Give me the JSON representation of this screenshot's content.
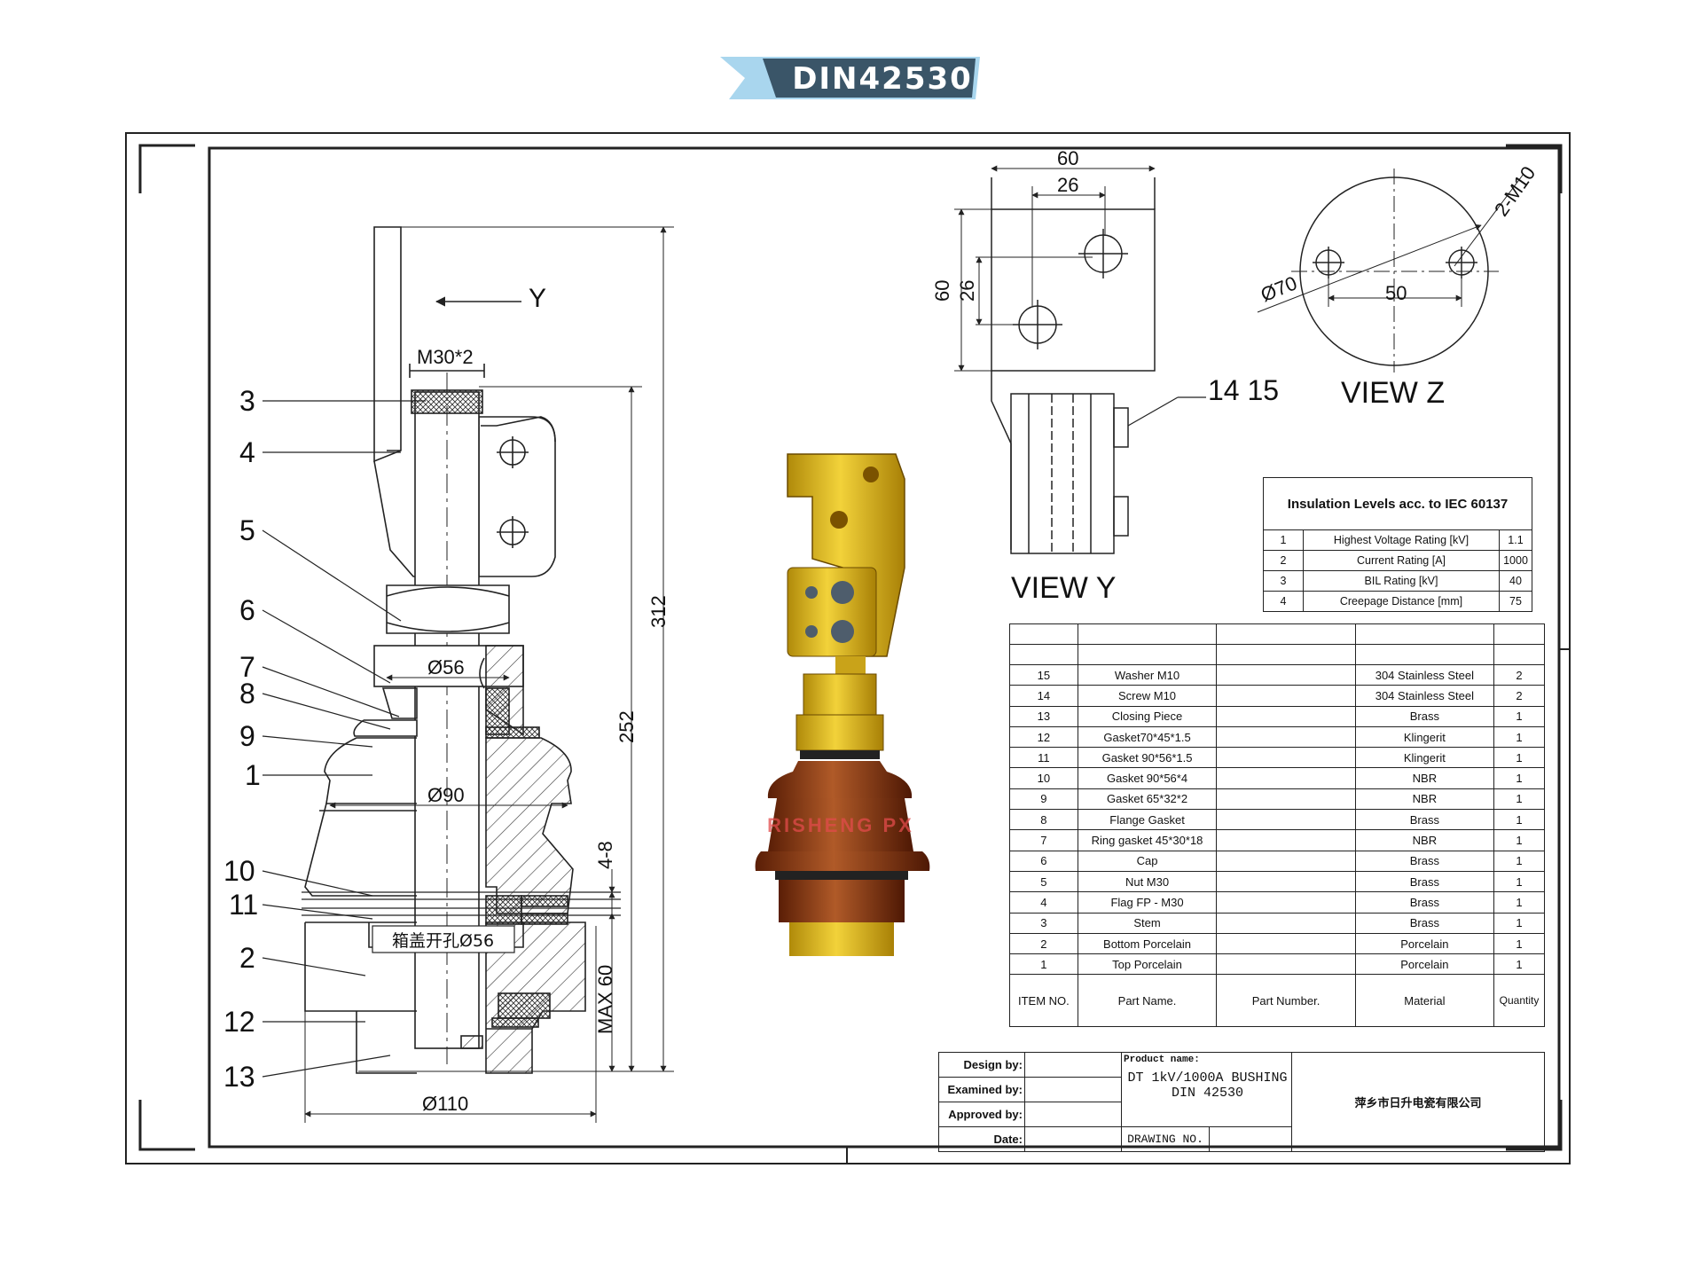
{
  "title_banner": "DIN42530",
  "watermark": "RISHENG PX",
  "section_drawing": {
    "item_labels": [
      "3",
      "4",
      "5",
      "6",
      "7",
      "8",
      "9",
      "1",
      "10",
      "11",
      "2",
      "12",
      "13"
    ],
    "thread_label": "M30*2",
    "arrow_label": "Y",
    "hole_label": "箱盖开孔Ø56",
    "dimensions": {
      "d56": "Ø56",
      "d90": "Ø90",
      "d110": "Ø110",
      "h312": "312",
      "h252": "252",
      "g48": "4-8",
      "max60": "MAX 60"
    }
  },
  "view_y": {
    "label": "VIEW Y",
    "dims": {
      "w60": "60",
      "w26": "26",
      "h60": "60",
      "h26": "26"
    },
    "callout": "14 15"
  },
  "view_z": {
    "label": "VIEW Z",
    "dims": {
      "d70": "Ø70",
      "c50": "50",
      "holes": "2-M10"
    }
  },
  "insulation_table": {
    "title": "Insulation Levels acc. to IEC 60137",
    "rows": [
      {
        "no": "1",
        "name": "Highest Voltage Rating [kV]",
        "value": "1.1"
      },
      {
        "no": "2",
        "name": "Current Rating [A]",
        "value": "1000"
      },
      {
        "no": "3",
        "name": "BIL Rating [kV]",
        "value": "40"
      },
      {
        "no": "4",
        "name": "Creepage Distance [mm]",
        "value": "75"
      }
    ]
  },
  "parts_list": {
    "rows": [
      {
        "no": "15",
        "name": "Washer M10",
        "number": "",
        "material": "304 Stainless Steel",
        "qty": "2"
      },
      {
        "no": "14",
        "name": "Screw M10",
        "number": "",
        "material": "304 Stainless Steel",
        "qty": "2"
      },
      {
        "no": "13",
        "name": "Closing Piece",
        "number": "",
        "material": "Brass",
        "qty": "1"
      },
      {
        "no": "12",
        "name": "Gasket70*45*1.5",
        "number": "",
        "material": "Klingerit",
        "qty": "1"
      },
      {
        "no": "11",
        "name": "Gasket 90*56*1.5",
        "number": "",
        "material": "Klingerit",
        "qty": "1"
      },
      {
        "no": "10",
        "name": "Gasket 90*56*4",
        "number": "",
        "material": "NBR",
        "qty": "1"
      },
      {
        "no": "9",
        "name": "Gasket 65*32*2",
        "number": "",
        "material": "NBR",
        "qty": "1"
      },
      {
        "no": "8",
        "name": "Flange Gasket",
        "number": "",
        "material": "Brass",
        "qty": "1"
      },
      {
        "no": "7",
        "name": "Ring gasket 45*30*18",
        "number": "",
        "material": "NBR",
        "qty": "1"
      },
      {
        "no": "6",
        "name": "Cap",
        "number": "",
        "material": "Brass",
        "qty": "1"
      },
      {
        "no": "5",
        "name": "Nut M30",
        "number": "",
        "material": "Brass",
        "qty": "1"
      },
      {
        "no": "4",
        "name": "Flag FP - M30",
        "number": "",
        "material": "Brass",
        "qty": "1"
      },
      {
        "no": "3",
        "name": "Stem",
        "number": "",
        "material": "Brass",
        "qty": "1"
      },
      {
        "no": "2",
        "name": "Bottom Porcelain",
        "number": "",
        "material": "Porcelain",
        "qty": "1"
      },
      {
        "no": "1",
        "name": "Top Porcelain",
        "number": "",
        "material": "Porcelain",
        "qty": "1"
      }
    ],
    "headers": {
      "item_no": "ITEM NO.",
      "part_name": "Part Name.",
      "part_number": "Part Number.",
      "material": "Material",
      "quantity": "Quantity"
    }
  },
  "title_block": {
    "design_by": "Design by:",
    "examined_by": "Examined by:",
    "approved_by": "Approved by:",
    "date": "Date:",
    "product_name_label": "Product name:",
    "product_name_line1": "DT 1kV/1000A BUSHING",
    "product_name_line2": "DIN 42530",
    "drawing_no_label": "DRAWING NO.",
    "company": "萍乡市日升电瓷有限公司"
  },
  "colors": {
    "banner_dark": "#3a5568",
    "banner_light": "#a9d6ee",
    "brass": "#d8b21a",
    "porcelain": "#8a3a14"
  }
}
